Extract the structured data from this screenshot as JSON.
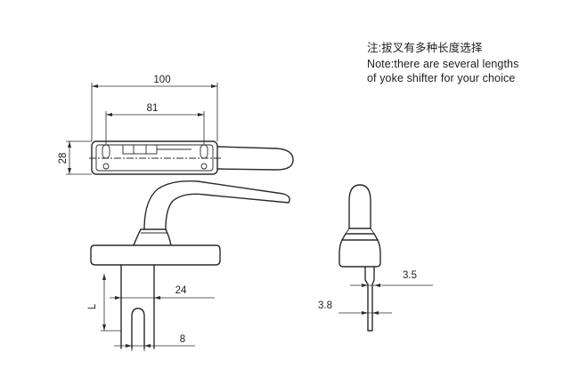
{
  "note": {
    "line_zh": "注:拔叉有多种长度选择",
    "line_en_1": "Note:there are several lengths",
    "line_en_2": "of yoke shifter for your choice"
  },
  "dimensions": {
    "overall_length": "100",
    "hole_spacing": "81",
    "base_width": "28",
    "spindle_length": "L",
    "spindle_width": "24",
    "slot_width": "8",
    "tip_thickness": "3.5",
    "spindle_thickness": "3.8"
  }
}
